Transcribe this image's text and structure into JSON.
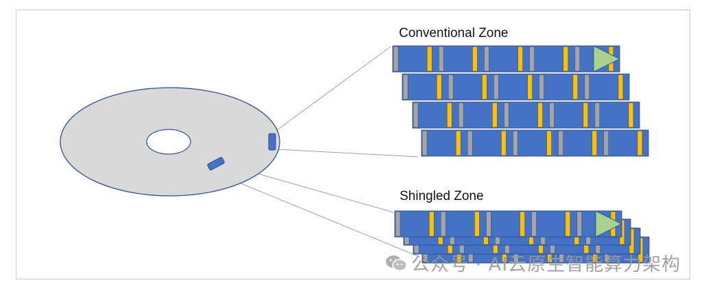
{
  "diagram": {
    "conventional_zone": {
      "title": "Conventional Zone",
      "track_count": 4,
      "sectors_per_track": 5
    },
    "shingled_zone": {
      "title": "Shingled Zone",
      "track_count": 4,
      "sectors_per_track": 5
    },
    "colors": {
      "track_fill": "#4472c4",
      "track_border": "#2f528f",
      "sector_gap": "#a5a5a5",
      "sector_marker": "#ffc000",
      "head_arrow": "#a9d18e",
      "platter_fill": "#d9d9d9",
      "platter_border": "#2f528f",
      "callout_line": "#8fa2cc"
    }
  },
  "watermark": {
    "text": "公众号 · AI云原生智能算力架构"
  }
}
